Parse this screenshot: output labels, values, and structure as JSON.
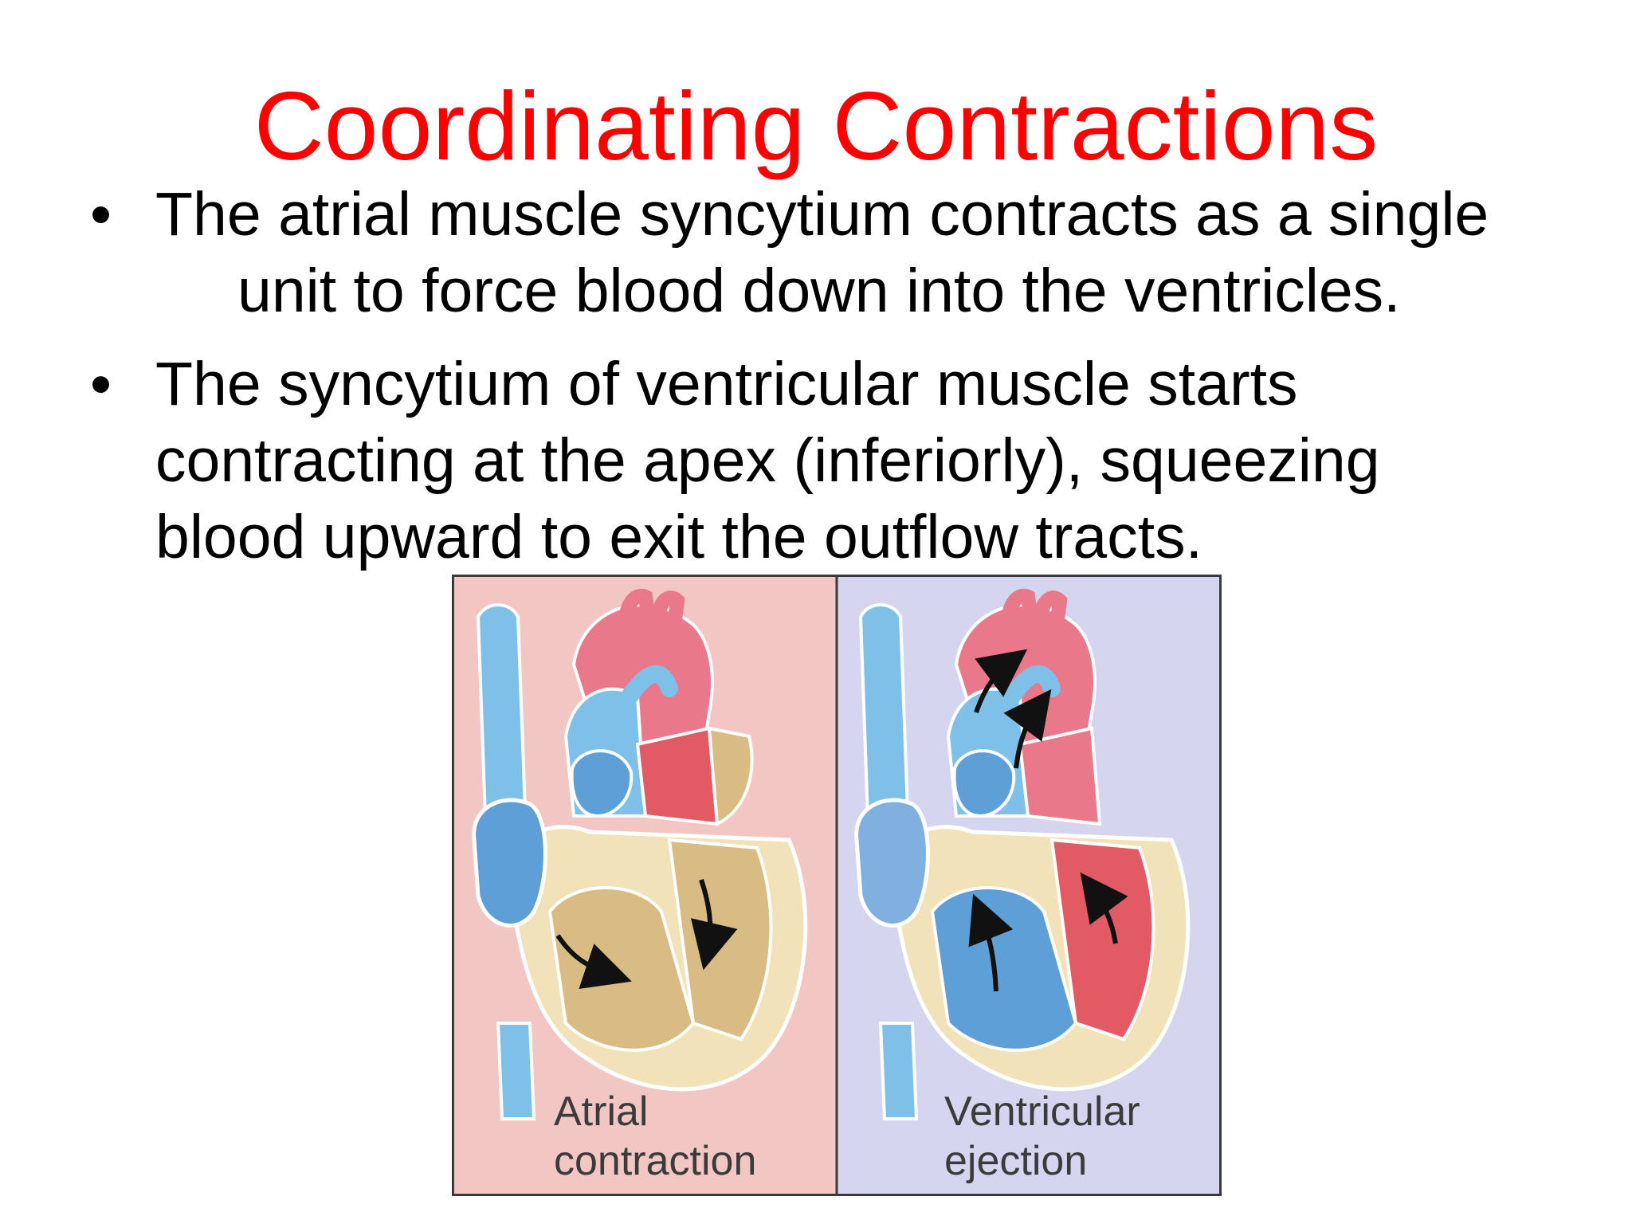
{
  "slide": {
    "title": "Coordinating Contractions",
    "bullet_symbol": "•",
    "bullets": [
      {
        "lines": [
          "The atrial muscle syncytium contracts as a single",
          "unit to force blood down into the ventricles."
        ]
      },
      {
        "lines": [
          "The syncytium of ventricular muscle starts",
          "contracting at the apex (inferiorly), squeezing",
          "blood upward to exit the outflow tracts."
        ]
      }
    ]
  },
  "figure": {
    "left_panel": {
      "label_lines": [
        "Atrial",
        "contraction"
      ],
      "background": "#f2c6c3"
    },
    "right_panel": {
      "label_lines": [
        "Ventricular",
        "ejection"
      ],
      "background": "#d5d5ef"
    },
    "colors": {
      "oxygen_poor": "#5f9fd8",
      "vessel_blue": "#7fc0e8",
      "oxygen_rich": "#e25a64",
      "vessel_red": "#e8788a",
      "muscle_tan": "#d8bc83",
      "muscle_light": "#f1e2b9",
      "arrow": "#111111"
    }
  }
}
